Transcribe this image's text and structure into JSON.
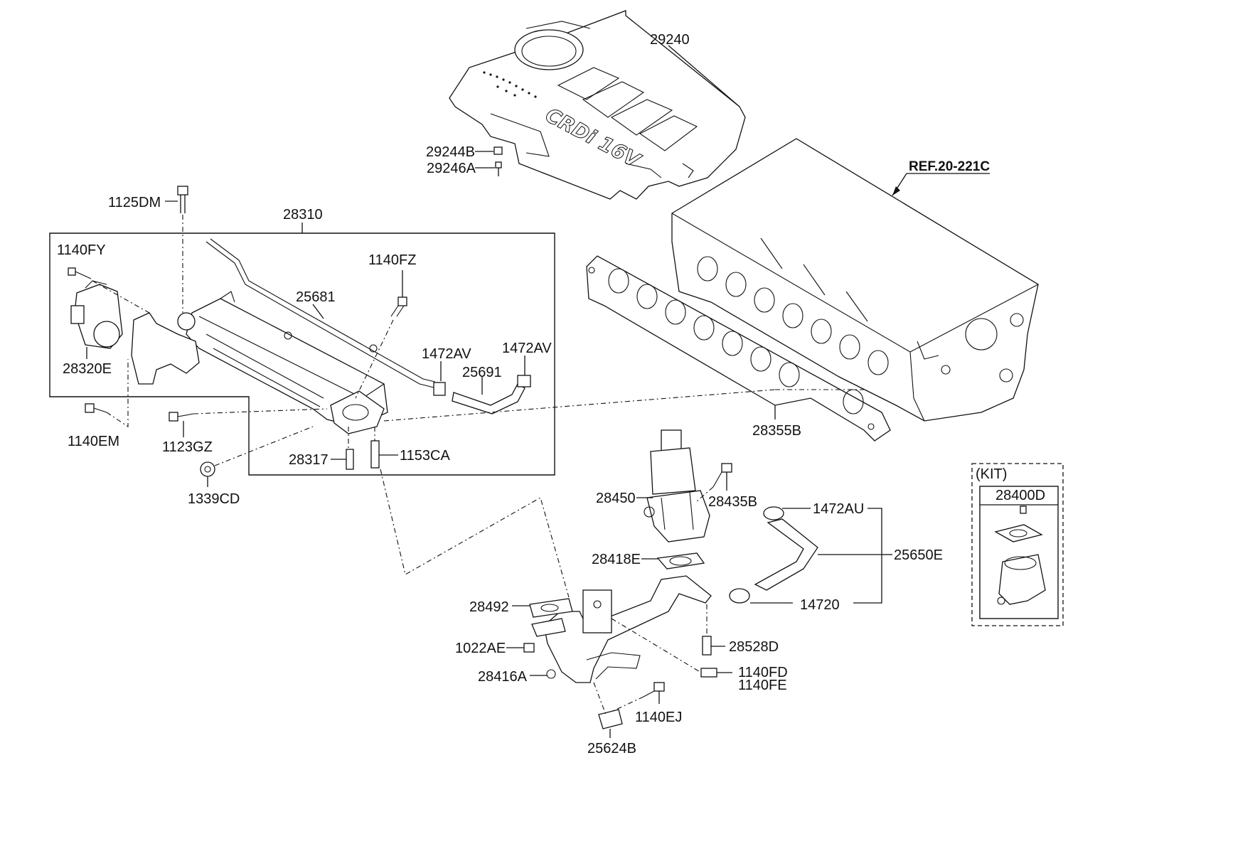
{
  "labels": {
    "p29240": "29240",
    "p29244B": "29244B",
    "p29246A": "29246A",
    "p1125DM": "1125DM",
    "p28310": "28310",
    "p1140FY": "1140FY",
    "p1140FZ": "1140FZ",
    "p25681": "25681",
    "p28320E": "28320E",
    "p1472AV_a": "1472AV",
    "p1472AV_b": "1472AV",
    "p25691": "25691",
    "p1140EM": "1140EM",
    "p1123GZ": "1123GZ",
    "p28317": "28317",
    "p1153CA": "1153CA",
    "p1339CD": "1339CD",
    "p28355B": "28355B",
    "p28450": "28450",
    "p28435B": "28435B",
    "p1472AU": "1472AU",
    "p25650E": "25650E",
    "p28418E": "28418E",
    "p28492": "28492",
    "p14720": "14720",
    "p1022AE": "1022AE",
    "p28528D": "28528D",
    "p28416A": "28416A",
    "p1140FD": "1140FD",
    "p1140FE": "1140FE",
    "p1140EJ": "1140EJ",
    "p25624B": "25624B",
    "kit_title": "(KIT)",
    "kit_part": "28400D",
    "ref": "REF.20-221C",
    "cover_badge": "CRDi 16V"
  }
}
